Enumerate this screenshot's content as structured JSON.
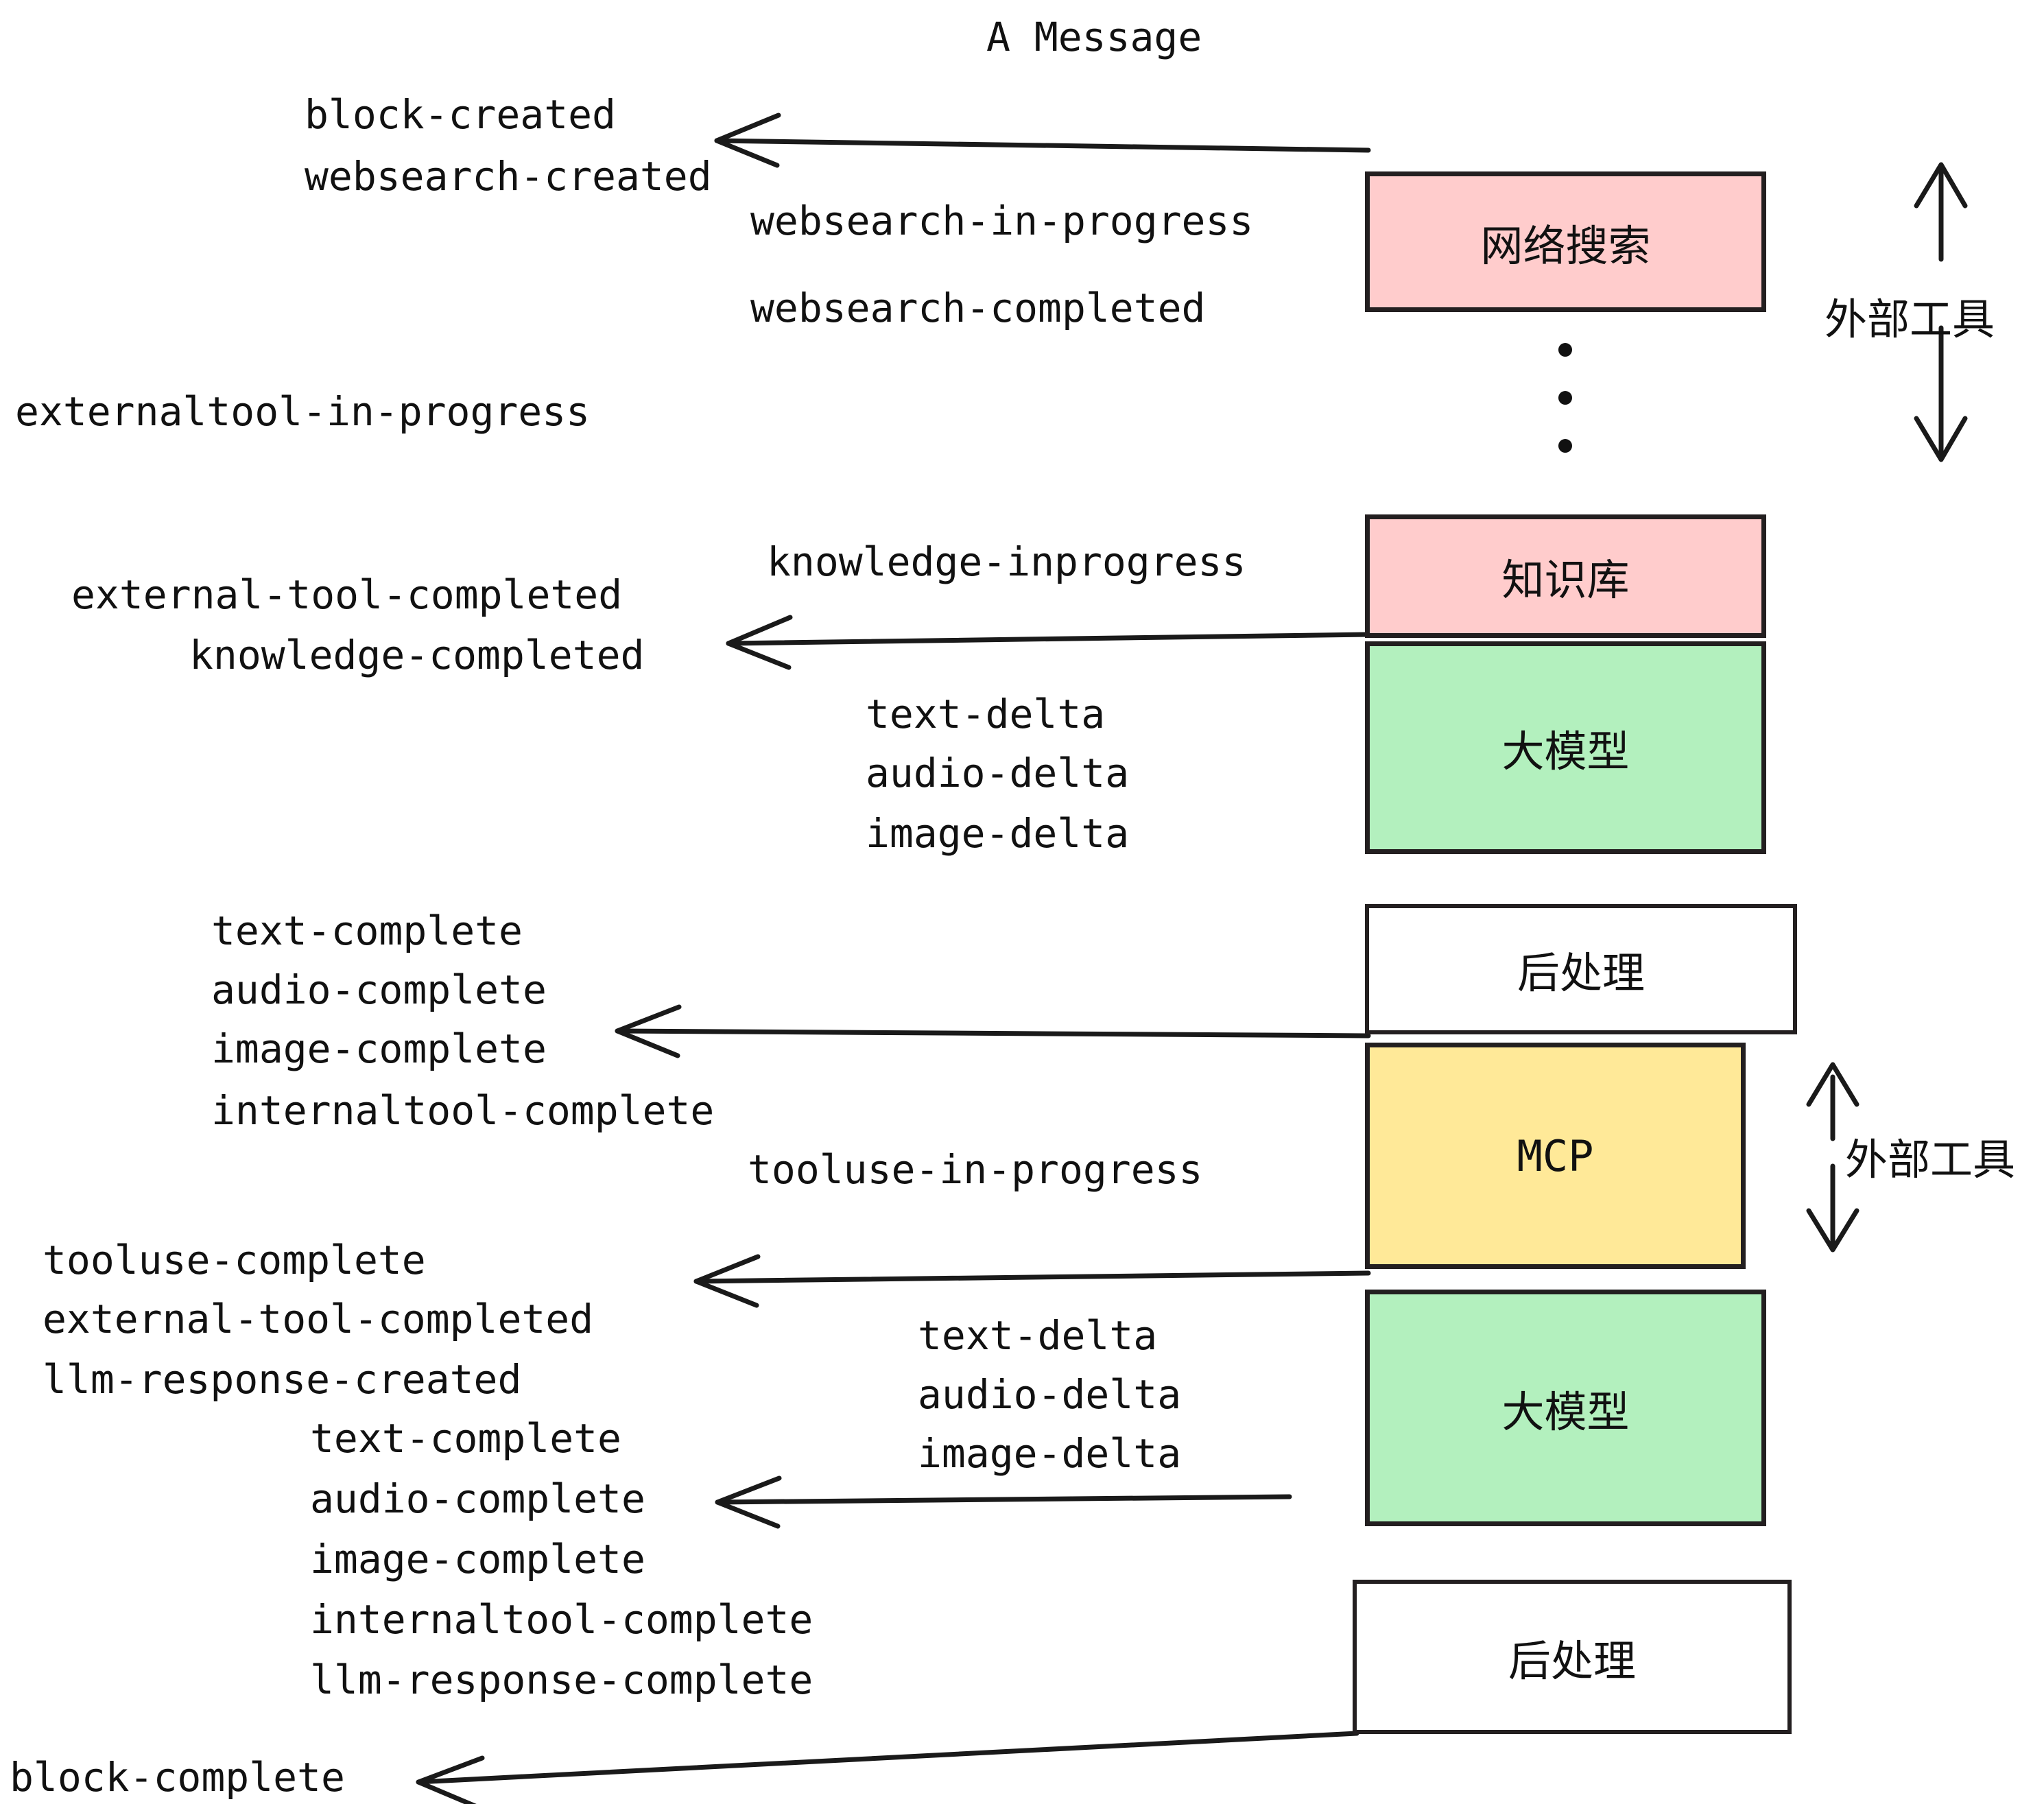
{
  "title": "A Message",
  "colors": {
    "pink": "#FFCCCC",
    "green": "#B3F0BE",
    "yellow": "#FFE998",
    "white": "#FFFFFF",
    "stroke": "#231f20",
    "text": "#111111"
  },
  "boxes": {
    "websearch": "网络搜索",
    "knowledge": "知识库",
    "llm_top": "大模型",
    "postprocess_top": "后处理",
    "mcp": "MCP",
    "llm_bottom": "大模型",
    "postprocess_bottom": "后处理"
  },
  "side_labels": {
    "external_tools_top": "外部工具",
    "external_tools_bottom": "外部工具"
  },
  "events": {
    "block_created": "block-created",
    "websearch_created": "websearch-created",
    "websearch_in_progress": "websearch-in-progress",
    "websearch_completed": "websearch-completed",
    "externaltool_in_progress": "externaltool-in-progress",
    "knowledge_inprogress": "knowledge-inprogress",
    "external_tool_completed_1": "external-tool-completed",
    "knowledge_completed": "knowledge-completed",
    "text_delta_1": "text-delta",
    "audio_delta_1": "audio-delta",
    "image_delta_1": "image-delta",
    "text_complete_1": "text-complete",
    "audio_complete_1": "audio-complete",
    "image_complete_1": "image-complete",
    "internaltool_complete_1": "internaltool-complete",
    "tooluse_in_progress": "tooluse-in-progress",
    "tooluse_complete": "tooluse-complete",
    "external_tool_completed_2": "external-tool-completed",
    "llm_response_created": "llm-response-created",
    "text_delta_2": "text-delta",
    "audio_delta_2": "audio-delta",
    "image_delta_2": "image-delta",
    "text_complete_2": "text-complete",
    "audio_complete_2": "audio-complete",
    "image_complete_2": "image-complete",
    "internaltool_complete_2": "internaltool-complete",
    "llm_response_complete": "llm-response-complete",
    "block_complete": "block-complete"
  }
}
